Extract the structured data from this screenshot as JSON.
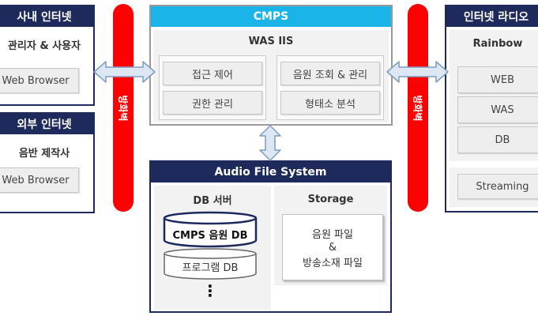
{
  "left_internal": {
    "title": "사내 인터넷",
    "subtitle": "관리자 & 사용자",
    "browser": "Web Browser"
  },
  "left_external": {
    "title": "외부 인터넷",
    "subtitle": "음반 제작사",
    "browser": "Web Browser"
  },
  "firewall_left": {
    "label": "방화벽"
  },
  "firewall_right": {
    "label": "방화벽"
  },
  "cmps": {
    "title": "CMPS",
    "subtitle": "WAS IIS",
    "left_items": [
      "접근 제어",
      "권한 관리"
    ],
    "right_items": [
      "음원 조회 & 관리",
      "형태소 분석"
    ]
  },
  "audio": {
    "title": "Audio File System",
    "db_server": {
      "title": "DB 서버",
      "db1": "CMPS 음원 DB",
      "db2": "프로그램 DB",
      "more": "⋮"
    },
    "storage": {
      "title": "Storage",
      "line1": "음원 파일",
      "line2": "&",
      "line3": "방송소재 파일"
    }
  },
  "right_radio": {
    "title": "인터넷 라디오",
    "subtitle": "Rainbow",
    "items": [
      "WEB",
      "WAS",
      "DB"
    ],
    "streaming": "Streaming"
  },
  "colors": {
    "navy": "#1f2a5c",
    "cyan": "#1ab4e8",
    "firewall": "#ff0000",
    "arrow_fill": "#dde7f3",
    "arrow_stroke": "#7f9bbf"
  }
}
